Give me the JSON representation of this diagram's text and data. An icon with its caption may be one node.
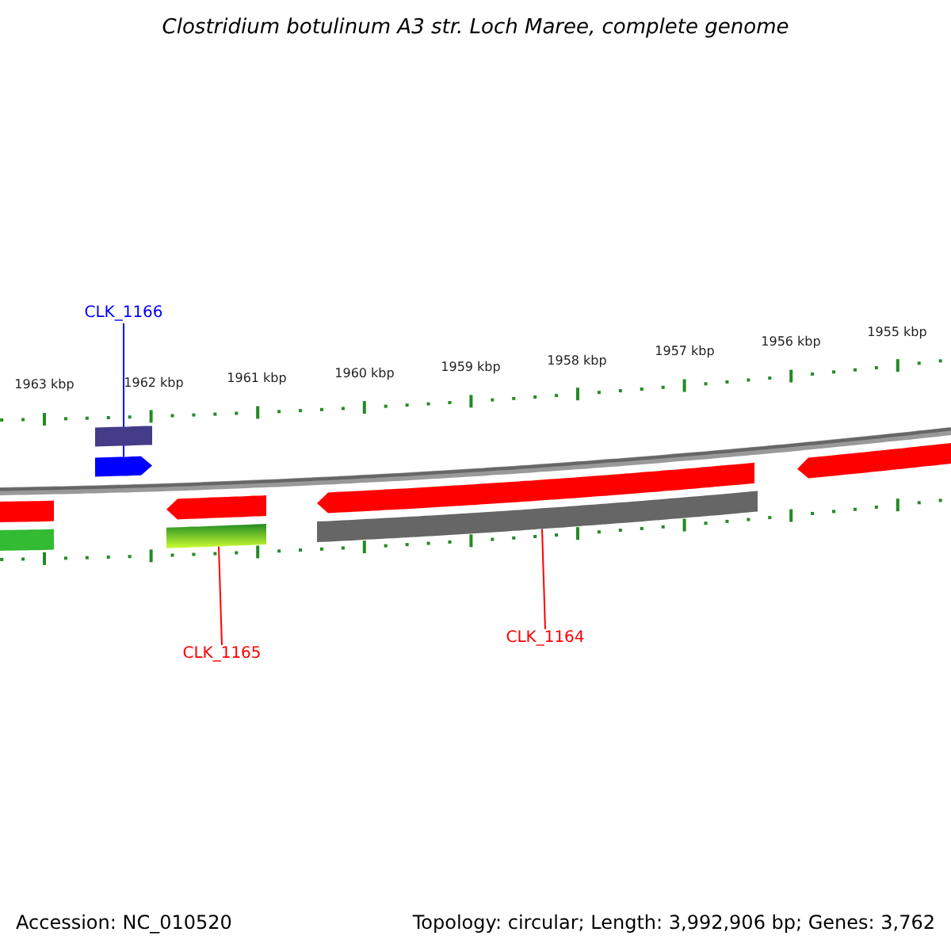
{
  "diagram": {
    "title": "Clostridium botulinum A3 str. Loch Maree, complete genome",
    "nodes": [
      {
        "text": [
          "CLK_1166"
        ]
      },
      {
        "text": [],
        "shape": "arrow"
      },
      {
        "text": [
          "CLK_1165"
        ]
      },
      {
        "text": [],
        "shape": "bar"
      },
      {
        "text": [
          "CLK_1164"
        ]
      },
      {
        "text": [],
        "shape": "bar"
      }
    ],
    "edges": [
      {
        "from": 0,
        "to": 1,
        "arrow": "none",
        "color": "#0000ff"
      },
      {
        "from": 2,
        "to": 3,
        "arrow": "none"
      },
      {
        "from": 4,
        "to": 5,
        "arrow": "none"
      }
    ],
    "labels": [
      "1963 kbp",
      "1962 kbp",
      "1961 kbp",
      "1960 kbp",
      "1959 kbp",
      "1958 kbp",
      "1957 kbp",
      "1956 kbp",
      "1955 kbp",
      "Accession: NC_010520",
      "Topology: circular; Length: 3,992,906 bp; Genes: 3,762"
    ]
  }
}
